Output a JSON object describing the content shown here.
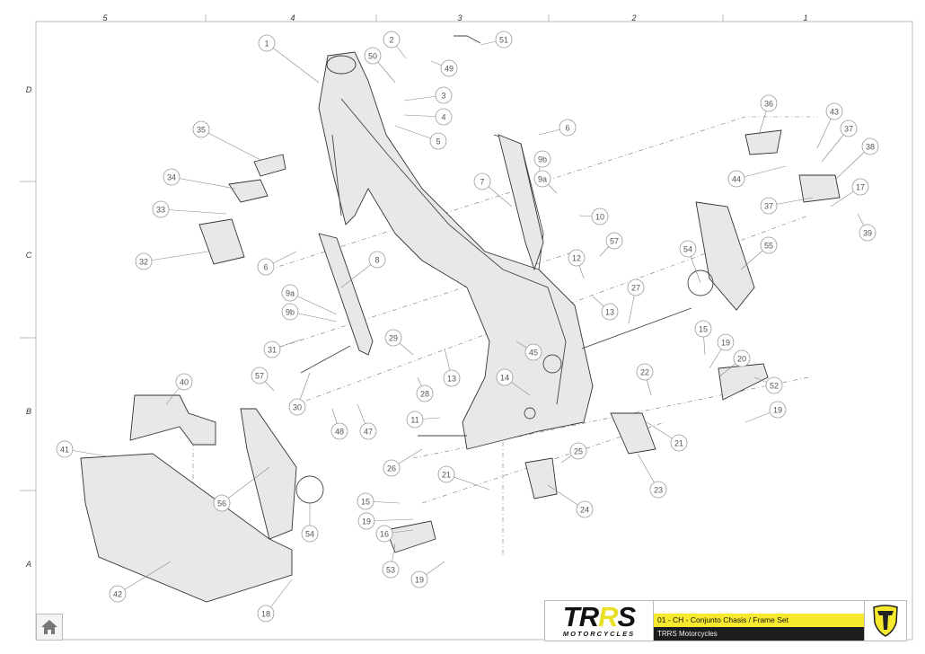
{
  "grid": {
    "columns": [
      "5",
      "4",
      "3",
      "2",
      "1"
    ],
    "rows": [
      "D",
      "C",
      "B",
      "A"
    ]
  },
  "callouts": [
    "1",
    "2",
    "51",
    "50",
    "49",
    "3",
    "4",
    "5",
    "6",
    "9b",
    "9a",
    "7",
    "10",
    "57",
    "12",
    "13",
    "27",
    "35",
    "34",
    "33",
    "32",
    "6",
    "8",
    "9a",
    "9b",
    "31",
    "29",
    "30",
    "28",
    "13",
    "45",
    "14",
    "11",
    "26",
    "57",
    "48",
    "47",
    "40",
    "41",
    "56",
    "54",
    "42",
    "18",
    "15",
    "19",
    "16",
    "53",
    "19",
    "21",
    "24",
    "25",
    "22",
    "21",
    "23",
    "15",
    "19",
    "20",
    "52",
    "19",
    "54",
    "55",
    "36",
    "43",
    "37",
    "38",
    "44",
    "17",
    "37",
    "39"
  ],
  "title_block": {
    "logo_text": "TRRS",
    "logo_sub": "MOTORCYCLES",
    "title": "01 - CH - Conjunto Chasis / Frame Set",
    "subtitle": "TRRS Motorcycles"
  },
  "colors": {
    "accent_yellow": "#f7e92e",
    "dark": "#1d1d1d"
  },
  "home_button": {
    "icon": "home-icon"
  }
}
